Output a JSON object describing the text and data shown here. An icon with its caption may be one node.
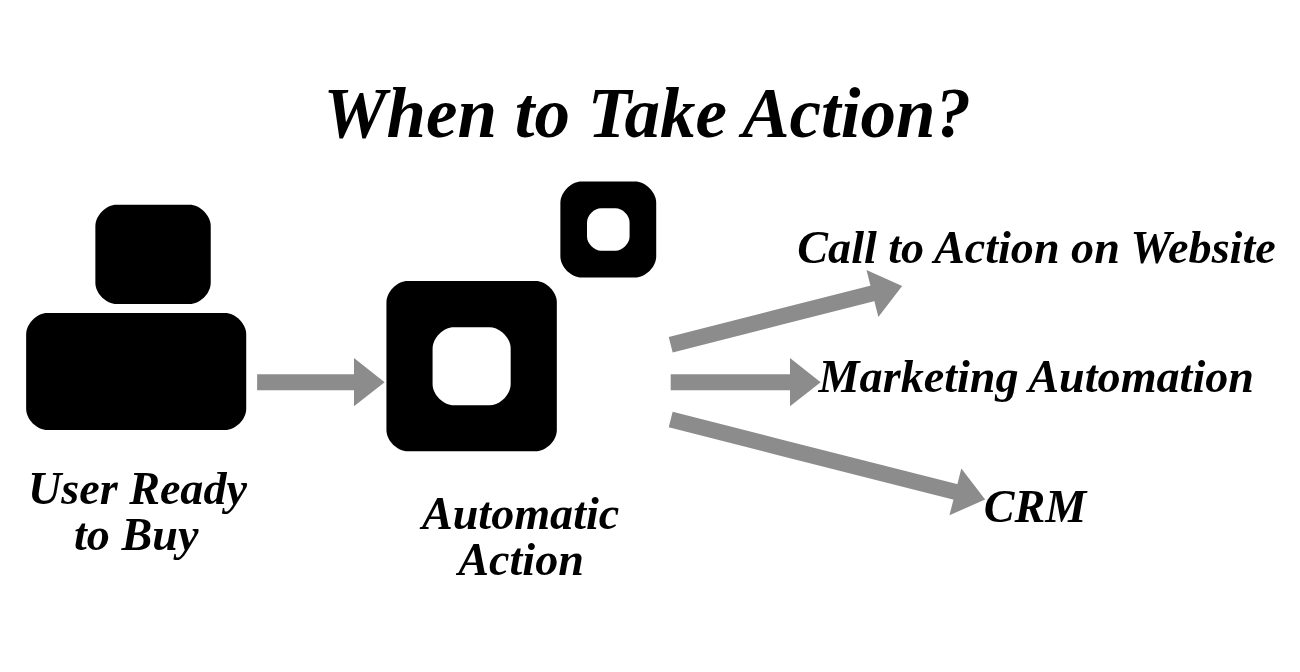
{
  "diagram": {
    "title": "When to Take Action?",
    "nodes": [
      {
        "text": [],
        "shape": "person",
        "beside": [
          "User Ready to Buy"
        ]
      },
      {
        "text": [],
        "shape": "picture",
        "beside": [
          "Automatic Action"
        ]
      },
      {
        "text": [
          "Call to Action on Website"
        ]
      },
      {
        "text": [
          "Marketing Automation"
        ]
      },
      {
        "text": [
          "CRM"
        ]
      }
    ],
    "edges": [
      {
        "from": 0,
        "to": 1,
        "arrow": "to"
      },
      {
        "from": 1,
        "to": 2,
        "arrow": "to"
      },
      {
        "from": 1,
        "to": 3,
        "arrow": "to"
      },
      {
        "from": 1,
        "to": 4,
        "arrow": "to"
      }
    ]
  }
}
